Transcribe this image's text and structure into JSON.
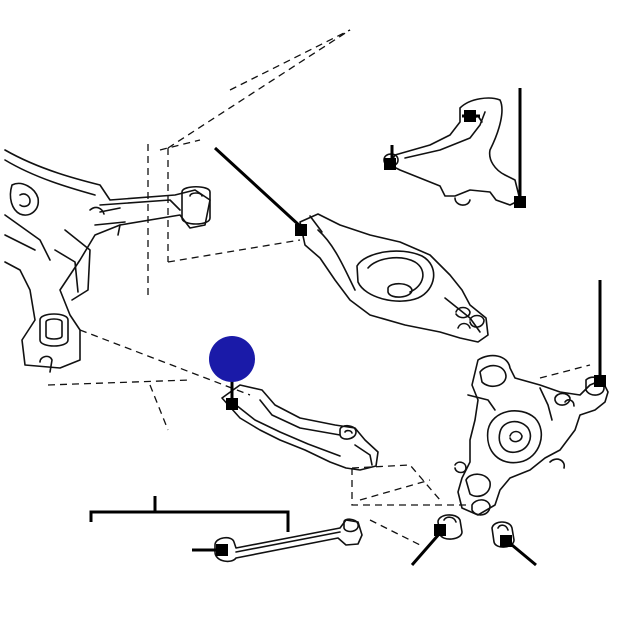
{
  "diagram": {
    "type": "exploded-parts-diagram",
    "labels": [],
    "marker": {
      "color": "#1a1aa8"
    },
    "callouts": [
      {
        "id": "front-crossmember-mount"
      },
      {
        "id": "upper-link-mount"
      },
      {
        "id": "upper-arm-outer-joint"
      },
      {
        "id": "upper-arm-inner-joint"
      },
      {
        "id": "lower-link-inner-bushing"
      },
      {
        "id": "knuckle-upper-bushing"
      },
      {
        "id": "knuckle-lower-bushing-a"
      },
      {
        "id": "knuckle-lower-bushing-b"
      },
      {
        "id": "tension-rod-end"
      }
    ]
  }
}
